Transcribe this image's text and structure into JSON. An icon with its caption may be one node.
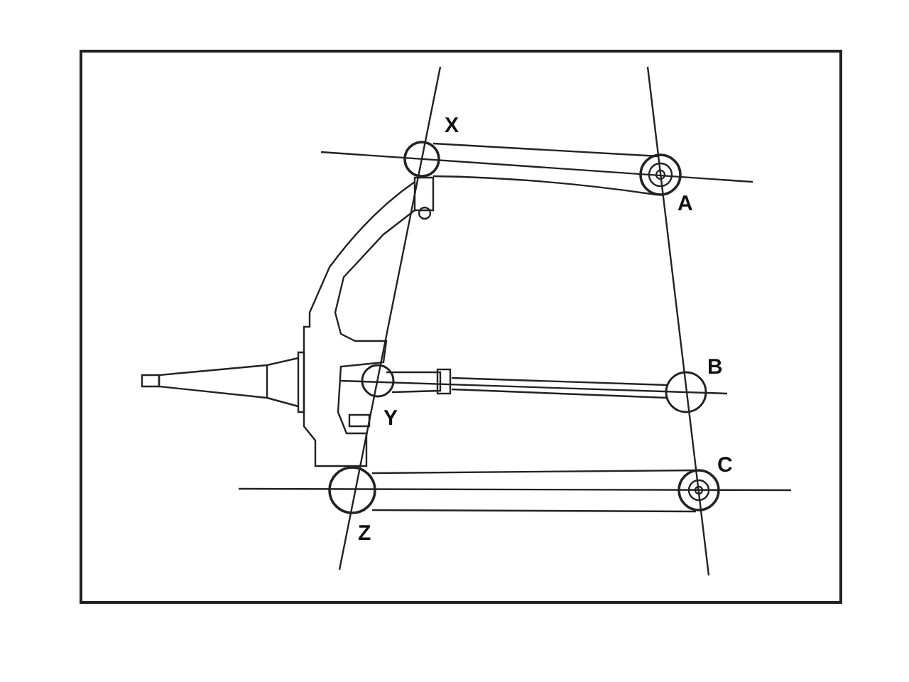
{
  "diagram": {
    "labels": [
      "X",
      "A",
      "B",
      "Y",
      "C",
      "Z"
    ]
  }
}
